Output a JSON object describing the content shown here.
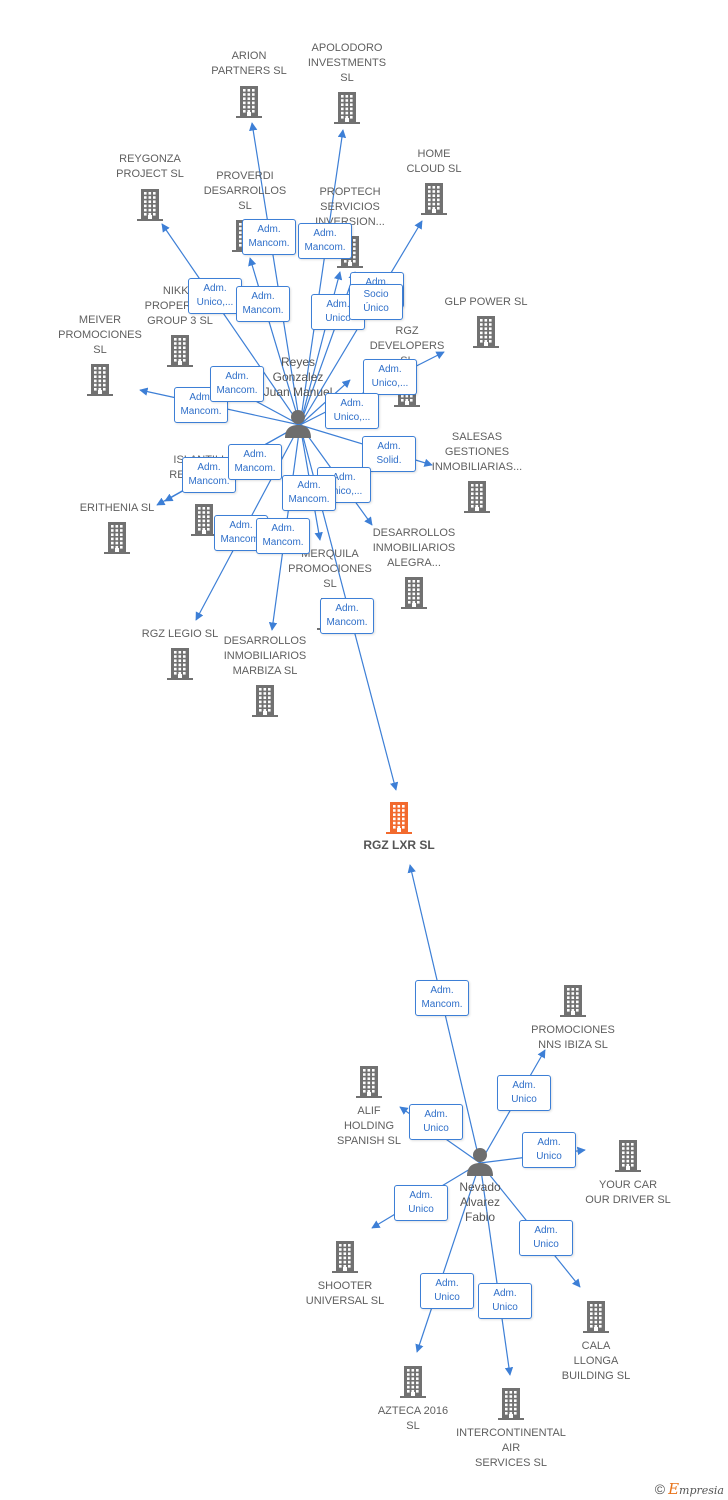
{
  "colors": {
    "edge": "#3d7fd6",
    "building": "#717171",
    "building_focus": "#f26a2e",
    "person": "#6e6e6e"
  },
  "companies": [
    {
      "id": "arion",
      "name": "ARION\nPARTNERS  SL"
    },
    {
      "id": "apolodoro",
      "name": "APOLODORO\nINVESTMENTS\nSL"
    },
    {
      "id": "reygonza",
      "name": "REYGONZA\nPROJECT  SL"
    },
    {
      "id": "proverdi",
      "name": "PROVERDI\nDESARROLLOS\nSL"
    },
    {
      "id": "proptech",
      "name": "PROPTECH\nSERVICIOS\nINVERSION..."
    },
    {
      "id": "homecloud",
      "name": "HOME\nCLOUD  SL"
    },
    {
      "id": "glppower",
      "name": "GLP POWER SL"
    },
    {
      "id": "nikko",
      "name": "NIKKO\nPROPERTIES\nGROUP 3  SL"
    },
    {
      "id": "meiver",
      "name": "MEIVER\nPROMOCIONES\nSL"
    },
    {
      "id": "rgzdev",
      "name": "RGZ\nDEVELOPERS\nSL"
    },
    {
      "id": "salesas",
      "name": "SALESAS\nGESTIONES\nINMOBILIARIAS..."
    },
    {
      "id": "islantilla",
      "name": "ISLANTILLA\nRESORTS SL"
    },
    {
      "id": "erithenia",
      "name": "ERITHENIA  SL"
    },
    {
      "id": "desalegra",
      "name": "DESARROLLOS\nINMOBILIARIOS\nALEGRA..."
    },
    {
      "id": "merquila",
      "name": "MERQUILA\nPROMOCIONES\nSL"
    },
    {
      "id": "rgzlegio",
      "name": "RGZ LEGIO  SL"
    },
    {
      "id": "marbiza",
      "name": "DESARROLLOS\nINMOBILIARIOS\nMARBIZA  SL"
    },
    {
      "id": "rgzlxr",
      "name": "RGZ LXR  SL",
      "focus": true
    },
    {
      "id": "nnsibiza",
      "name": "PROMOCIONES\nNNS IBIZA SL"
    },
    {
      "id": "alif",
      "name": "ALIF\nHOLDING\nSPANISH  SL"
    },
    {
      "id": "yourcar",
      "name": "YOUR CAR\nOUR DRIVER  SL"
    },
    {
      "id": "shooter",
      "name": "SHOOTER\nUNIVERSAL  SL"
    },
    {
      "id": "calallonga",
      "name": "CALA\nLLONGA\nBUILDING  SL"
    },
    {
      "id": "azteca",
      "name": "AZTECA 2016\nSL"
    },
    {
      "id": "intercontinental",
      "name": "INTERCONTINENTAL\nAIR\nSERVICES  SL"
    }
  ],
  "people": [
    {
      "id": "reyes",
      "name": "Reyes\nGonzalez\nJuan Manuel"
    },
    {
      "id": "nevado",
      "name": "Nevado\nAlvarez\nFabio"
    }
  ],
  "relations": [
    {
      "from": "reyes",
      "to": "arion",
      "label": "Adm.\nMancom."
    },
    {
      "from": "reyes",
      "to": "apolodoro",
      "label": "Adm.\nMancom."
    },
    {
      "from": "reyes",
      "to": "reygonza",
      "label": "Adm.\nUnico,..."
    },
    {
      "from": "reyes",
      "to": "proverdi",
      "label": "Adm.\nMancom."
    },
    {
      "from": "reyes",
      "to": "proptech",
      "label": "Adm.\nUnico"
    },
    {
      "from": "reyes",
      "to": "homecloud",
      "label": "Adm.\nMancom."
    },
    {
      "from": "reyes",
      "to": "rgzdev",
      "label": "Socio\nÚnico"
    },
    {
      "from": "reyes",
      "to": "glppower",
      "label": "Adm.\nUnico,..."
    },
    {
      "from": "reyes",
      "to": "meiver",
      "label": "Adm.\nMancom."
    },
    {
      "from": "reyes",
      "to": "nikko",
      "label": "Adm.\nMancom."
    },
    {
      "from": "reyes",
      "to": "rgzdev",
      "label": "Adm.\nUnico,..."
    },
    {
      "from": "reyes",
      "to": "salesas",
      "label": "Adm.\nSolid."
    },
    {
      "from": "reyes",
      "to": "islantilla",
      "label": "Adm.\nMancom."
    },
    {
      "from": "reyes",
      "to": "erithenia",
      "label": "Adm.\nMancom."
    },
    {
      "from": "reyes",
      "to": "desalegra",
      "label": "Adm.\nUnico,..."
    },
    {
      "from": "reyes",
      "to": "merquila",
      "label": "Adm.\nMancom."
    },
    {
      "from": "reyes",
      "to": "rgzlegio",
      "label": "Adm.\nMancom."
    },
    {
      "from": "reyes",
      "to": "marbiza",
      "label": "Adm.\nMancom."
    },
    {
      "from": "reyes",
      "to": "rgzlxr",
      "label": "Adm.\nMancom."
    },
    {
      "from": "nevado",
      "to": "rgzlxr",
      "label": "Adm.\nMancom."
    },
    {
      "from": "nevado",
      "to": "nnsibiza",
      "label": "Adm.\nUnico"
    },
    {
      "from": "nevado",
      "to": "alif",
      "label": "Adm.\nUnico"
    },
    {
      "from": "nevado",
      "to": "yourcar",
      "label": "Adm.\nUnico"
    },
    {
      "from": "nevado",
      "to": "shooter",
      "label": "Adm.\nUnico"
    },
    {
      "from": "nevado",
      "to": "calallonga",
      "label": "Adm.\nUnico"
    },
    {
      "from": "nevado",
      "to": "azteca",
      "label": "Adm.\nUnico"
    },
    {
      "from": "nevado",
      "to": "intercontinental",
      "label": "Adm.\nUnico"
    }
  ],
  "branding": {
    "copyright": "©",
    "brand_first": "E",
    "brand_rest": "mpresia"
  }
}
